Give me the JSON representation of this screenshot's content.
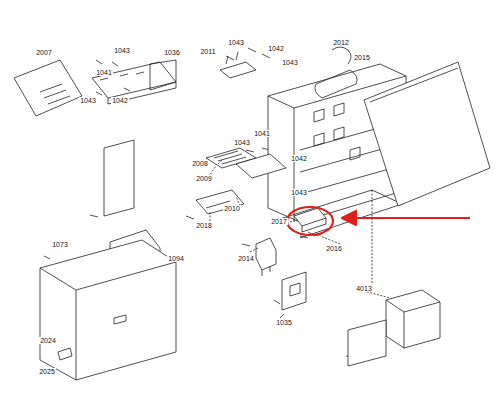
{
  "diagram": {
    "labels": [
      "2007",
      "1043",
      "1036",
      "1041",
      "1043",
      "1042",
      "2011",
      "1043",
      "1042",
      "1043",
      "2012",
      "2015",
      "1043",
      "1041",
      "2008",
      "1042",
      "2009",
      "1043",
      "2010",
      "2018",
      "2017",
      "2016",
      "2014",
      "1094",
      "1073",
      "4013",
      "1035",
      "2024",
      "2025"
    ]
  }
}
